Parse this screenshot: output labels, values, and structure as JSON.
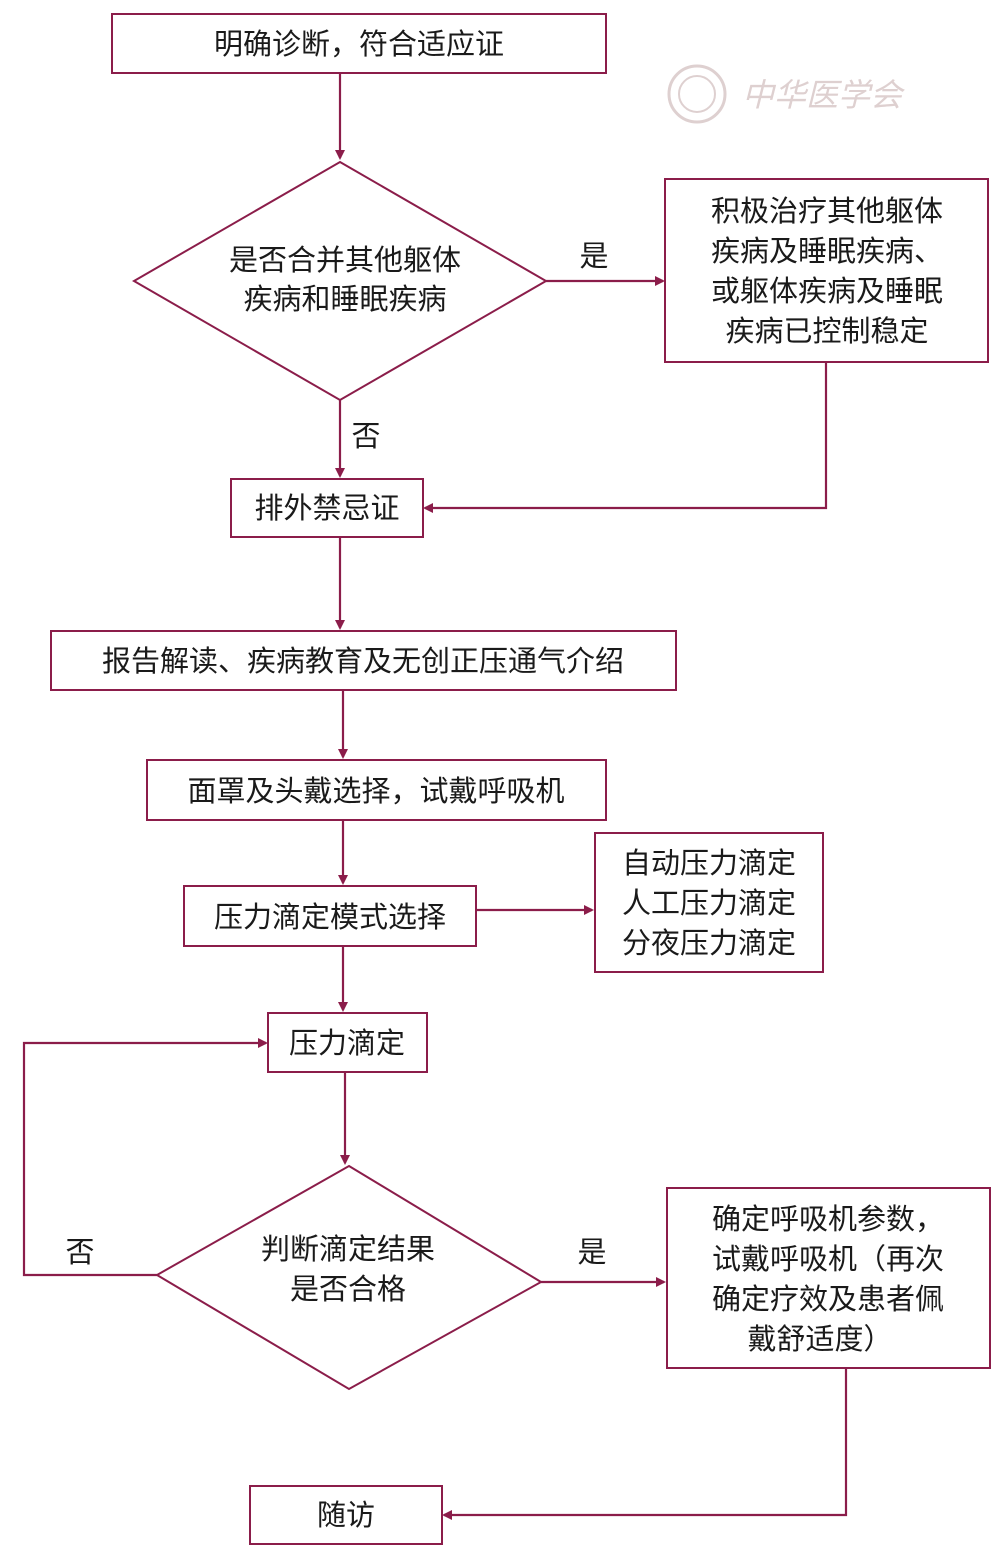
{
  "nodes": {
    "start": {
      "lines": [
        "明确诊断，符合适应证"
      ]
    },
    "decision_comorbidity": {
      "lines": [
        "是否合并其他躯体",
        "疾病和睡眠疾病"
      ]
    },
    "treat_comorbidity": {
      "lines": [
        "积极治疗其他躯体",
        "疾病及睡眠疾病、",
        "或躯体疾病及睡眠",
        "疾病已控制稳定"
      ]
    },
    "exclude_contraindication": {
      "lines": [
        "排外禁忌证"
      ]
    },
    "education": {
      "lines": [
        "报告解读、疾病教育及无创正压通气介绍"
      ]
    },
    "mask_selection": {
      "lines": [
        "面罩及头戴选择，试戴呼吸机"
      ]
    },
    "titration_mode": {
      "lines": [
        "压力滴定模式选择"
      ]
    },
    "titration_options": {
      "lines": [
        "自动压力滴定",
        "人工压力滴定",
        "分夜压力滴定"
      ]
    },
    "titration": {
      "lines": [
        "压力滴定"
      ]
    },
    "decision_result": {
      "lines": [
        "判断滴定结果",
        "是否合格"
      ]
    },
    "confirm_parameters": {
      "lines": [
        "确定呼吸机参数，",
        "试戴呼吸机（再次",
        "确定疗效及患者佩",
        "戴舒适度）"
      ]
    },
    "follow_up": {
      "lines": [
        "随访"
      ]
    }
  },
  "edge_labels": {
    "yes_1": "是",
    "no_1": "否",
    "yes_2": "是",
    "no_2": "否"
  },
  "watermark": {
    "text": "中华医学会"
  },
  "colors": {
    "stroke": "#8b1d4a",
    "text": "#1a1a1a",
    "watermark": "#d9c8c8"
  }
}
